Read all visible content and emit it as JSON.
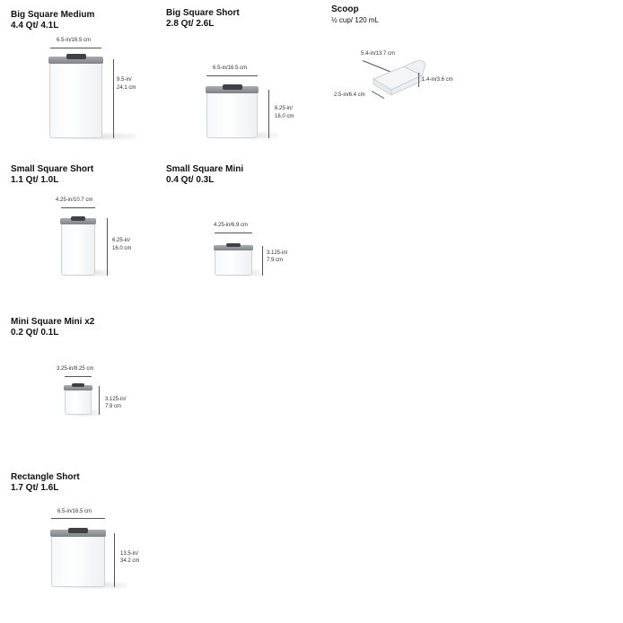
{
  "products": {
    "big_square_medium": {
      "name": "Big Square Medium",
      "capacity": "4.4 Qt/ 4.1L",
      "width": "6.5-in/16.5 cm",
      "height_in": "9.5-in/",
      "height_cm": "24.1 cm"
    },
    "big_square_short": {
      "name": "Big Square Short",
      "capacity": "2.8 Qt/ 2.6L",
      "width": "6.5-in/16.5 cm",
      "height_in": "6.25-in/",
      "height_cm": "16.0 cm"
    },
    "scoop": {
      "name": "Scoop",
      "capacity": "½ cup/ 120 mL",
      "length": "5.4-in/13.7 cm",
      "depth": "1.4-in/3.6 cm",
      "width": "2.5-in/6.4 cm"
    },
    "small_square_short": {
      "name": "Small Square Short",
      "capacity": "1.1 Qt/ 1.0L",
      "width": "4.25-in/10.7 cm",
      "height_in": "6.25-in/",
      "height_cm": "16.0 cm"
    },
    "small_square_mini": {
      "name": "Small Square Mini",
      "capacity": "0.4 Qt/ 0.3L",
      "width": "4.25-in/6.9 cm",
      "height_in": "3.125-in/",
      "height_cm": "7.9 cm"
    },
    "mini_square_mini": {
      "name": "Mini Square Mini x2",
      "capacity": "0.2 Qt/ 0.1L",
      "width": "3.25-in/8.25 cm",
      "height_in": "3.125-in/",
      "height_cm": "7.9 cm"
    },
    "rectangle_short": {
      "name": "Rectangle Short",
      "capacity": "1.7 Qt/ 1.6L",
      "width": "6.5-in/16.5 cm",
      "height_in": "13.5-in/",
      "height_cm": "34.2 cm"
    }
  }
}
